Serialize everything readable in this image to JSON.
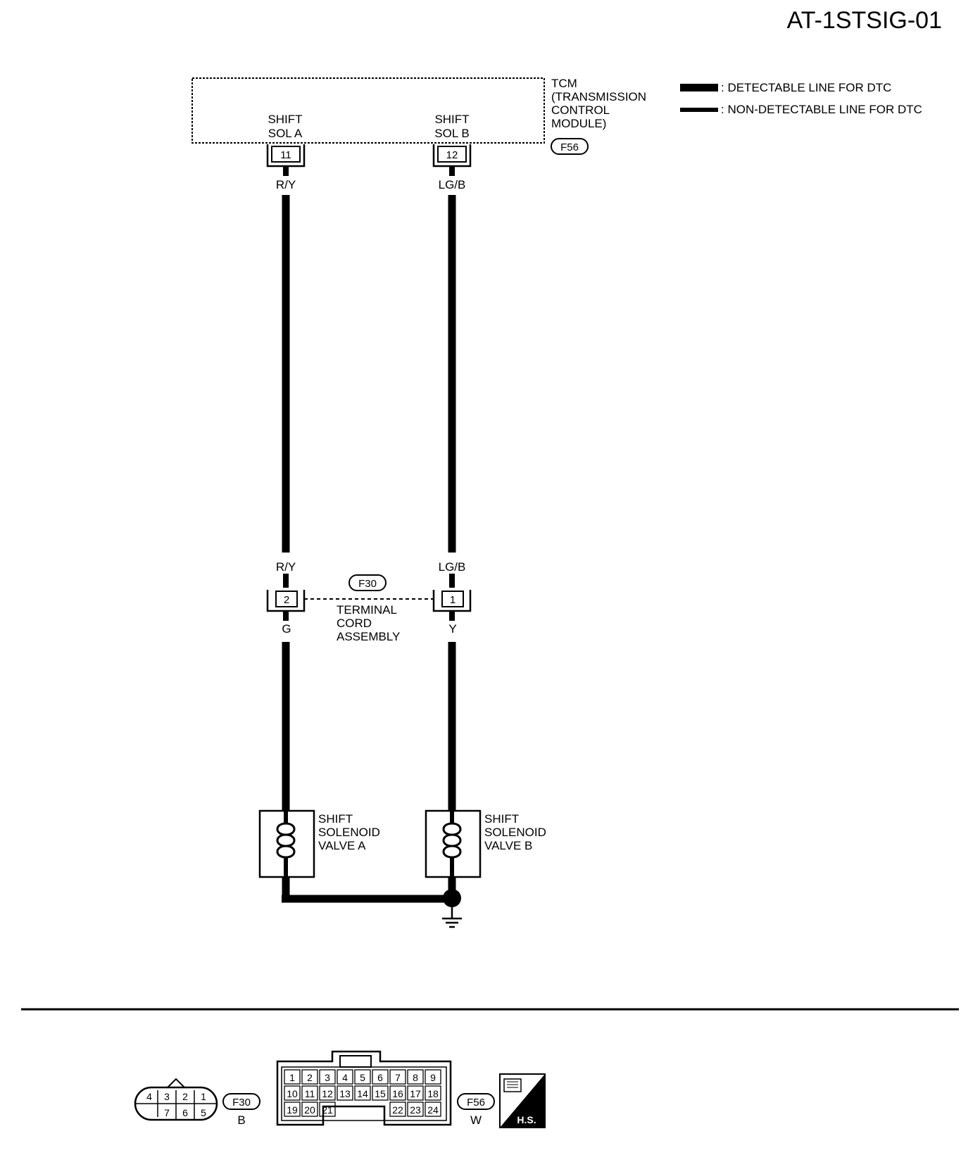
{
  "diagram_id": "AT-1STSIG-01",
  "legend": {
    "detectable": ": DETECTABLE LINE FOR DTC",
    "non_detectable": ": NON-DETECTABLE LINE FOR DTC"
  },
  "tcm": {
    "name_lines": [
      "TCM",
      "(TRANSMISSION",
      "CONTROL",
      "MODULE)"
    ],
    "connector": "F56",
    "ports": [
      {
        "line1": "SHIFT",
        "line2": "SOL A",
        "pin": "11",
        "wire_color": "R/Y"
      },
      {
        "line1": "SHIFT",
        "line2": "SOL B",
        "pin": "12",
        "wire_color": "LG/B"
      }
    ]
  },
  "terminal_cord": {
    "connector": "F30",
    "name_lines": [
      "TERMINAL",
      "CORD",
      "ASSEMBLY"
    ],
    "left": {
      "wire_in": "R/Y",
      "pin": "2",
      "wire_out": "G"
    },
    "right": {
      "wire_in": "LG/B",
      "pin": "1",
      "wire_out": "Y"
    }
  },
  "solenoids": [
    {
      "lines": [
        "SHIFT",
        "SOLENOID",
        "VALVE A"
      ]
    },
    {
      "lines": [
        "SHIFT",
        "SOLENOID",
        "VALVE B"
      ]
    }
  ],
  "connector_views": {
    "f30": {
      "label": "F30",
      "color": "B",
      "top_row": [
        "4",
        "3",
        "2",
        "1"
      ],
      "bottom_row": [
        "7",
        "6",
        "5"
      ]
    },
    "f56": {
      "label": "F56",
      "color": "W",
      "rows": [
        [
          "1",
          "2",
          "3",
          "4",
          "5",
          "6",
          "7",
          "8",
          "9"
        ],
        [
          "10",
          "11",
          "12",
          "13",
          "14",
          "15",
          "16",
          "17",
          "18"
        ],
        [
          "19",
          "20",
          "21",
          "22",
          "23",
          "24"
        ]
      ]
    },
    "hs_badge": "H.S."
  }
}
